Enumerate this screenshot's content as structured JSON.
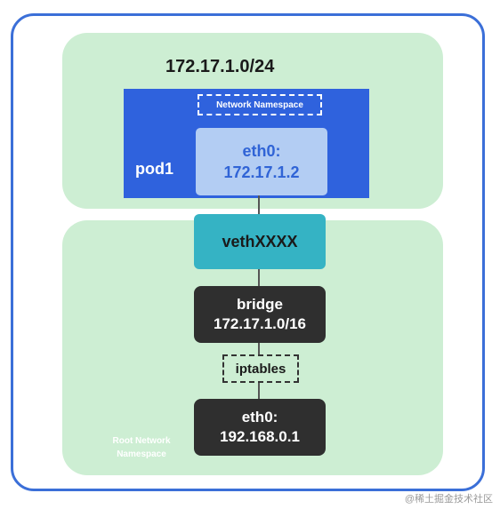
{
  "top_panel": {
    "subnet": "172.17.1.0/24"
  },
  "pod": {
    "namespace_label": "Network Namespace",
    "name": "pod1",
    "iface_name": "eth0:",
    "iface_ip": "172.17.1.2"
  },
  "veth": {
    "label": "vethXXXX"
  },
  "bridge": {
    "name": "bridge",
    "subnet": "172.17.1.0/16"
  },
  "iptables": {
    "label": "iptables"
  },
  "host_eth": {
    "name": "eth0:",
    "ip": "192.168.0.1"
  },
  "root_namespace": {
    "line1": "Root Network",
    "line2": "Namespace"
  },
  "watermark": "@稀土掘金技术社区",
  "colors": {
    "frame": "#3b6fd8",
    "panel": "#cdeed3",
    "pod": "#2f62dd",
    "veth": "#35b3c4",
    "dark": "#2f2f2f"
  }
}
